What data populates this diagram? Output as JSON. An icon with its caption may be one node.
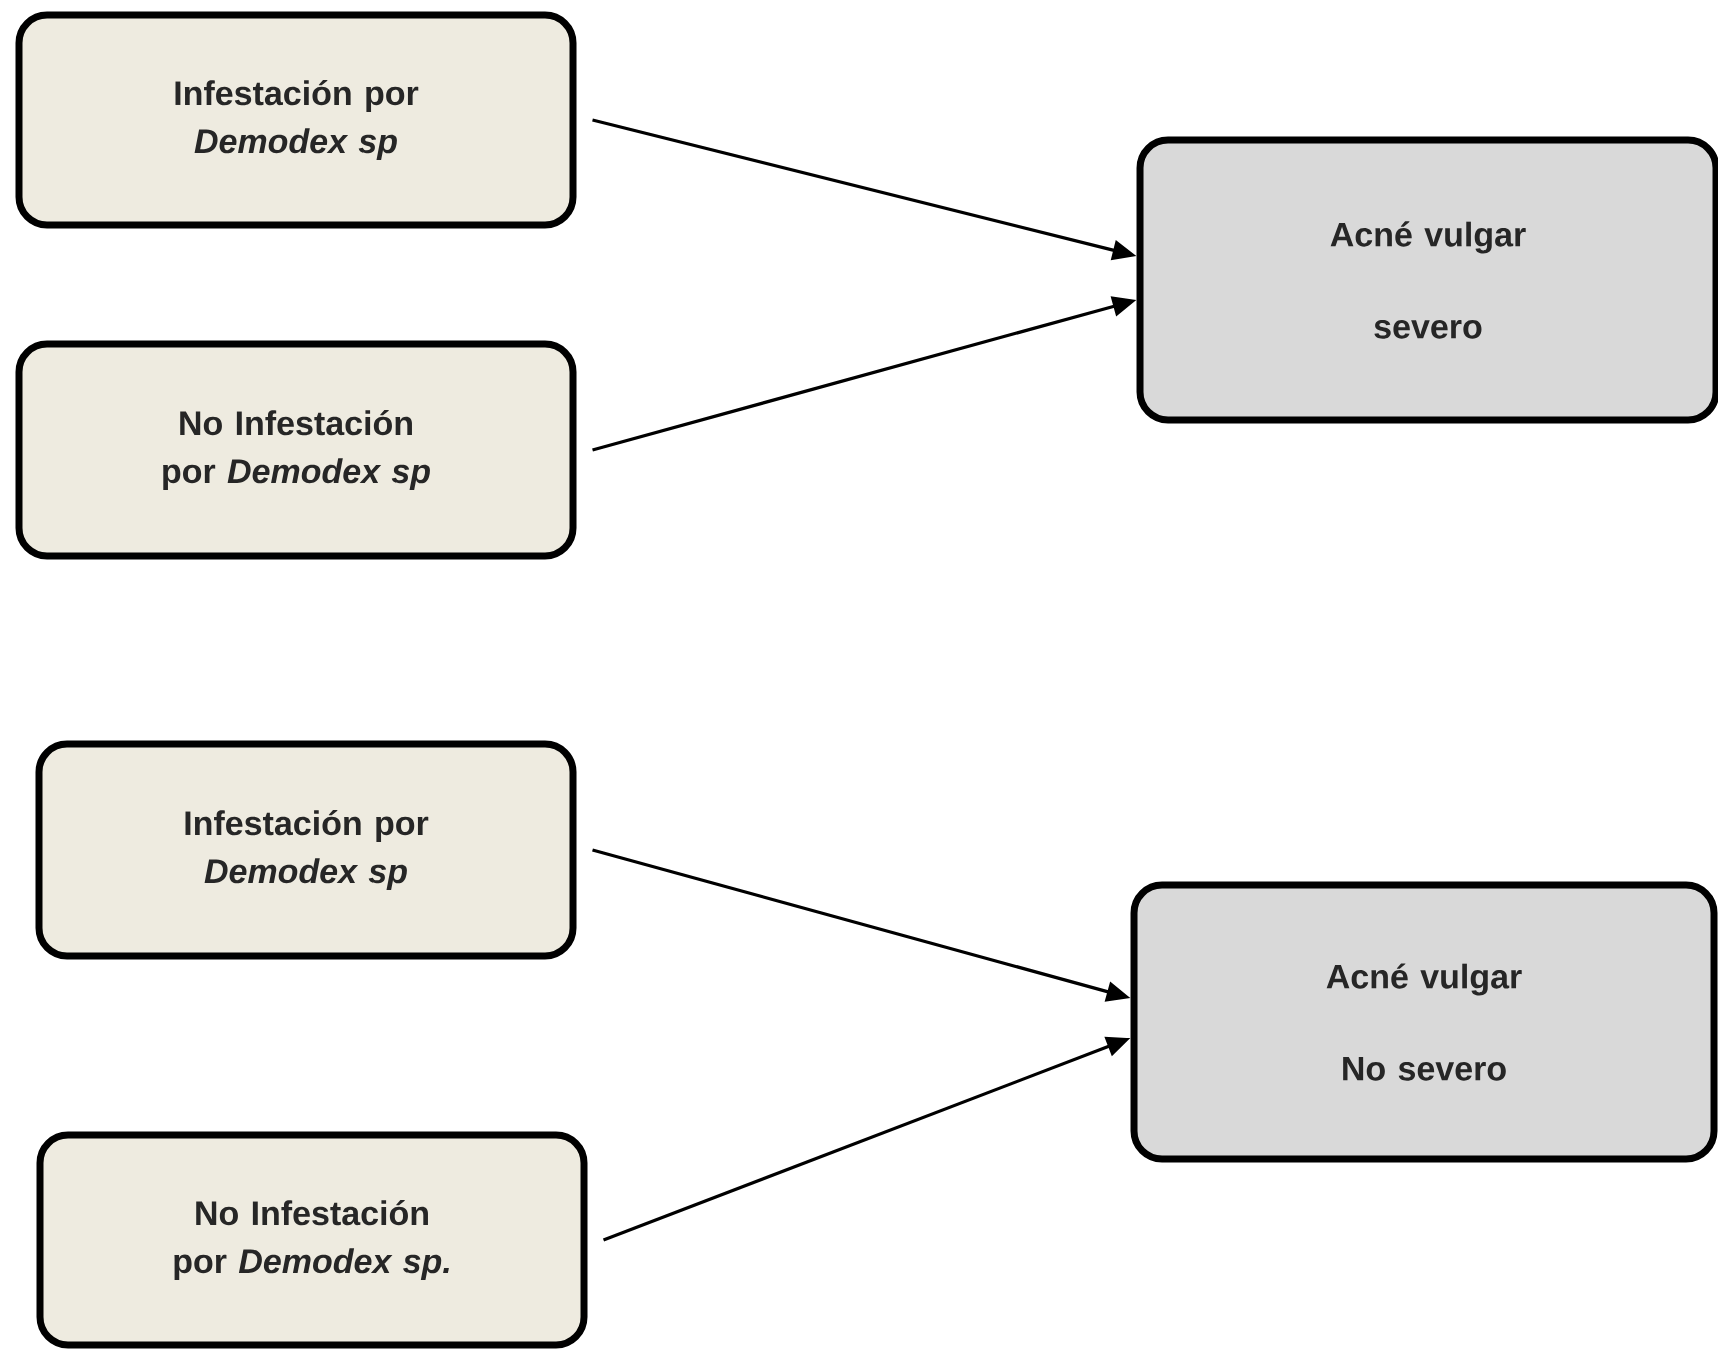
{
  "diagram": {
    "nodes": [
      {
        "text": [
          "Infestación por *Demodex sp*"
        ]
      },
      {
        "text": [
          "No Infestación por *Demodex sp*"
        ]
      },
      {
        "text": [
          "Acné vulgar",
          "severo"
        ]
      },
      {
        "text": [
          "Infestación por *Demodex sp*"
        ]
      },
      {
        "text": [
          "No Infestación por *Demodex sp.*"
        ]
      },
      {
        "text": [
          "Acné vulgar",
          "No severo"
        ]
      }
    ],
    "edges": [
      {
        "from": 0,
        "to": 2,
        "arrow": "to"
      },
      {
        "from": 1,
        "to": 2,
        "arrow": "to"
      },
      {
        "from": 3,
        "to": 5,
        "arrow": "to"
      },
      {
        "from": 4,
        "to": 5,
        "arrow": "to"
      }
    ]
  }
}
